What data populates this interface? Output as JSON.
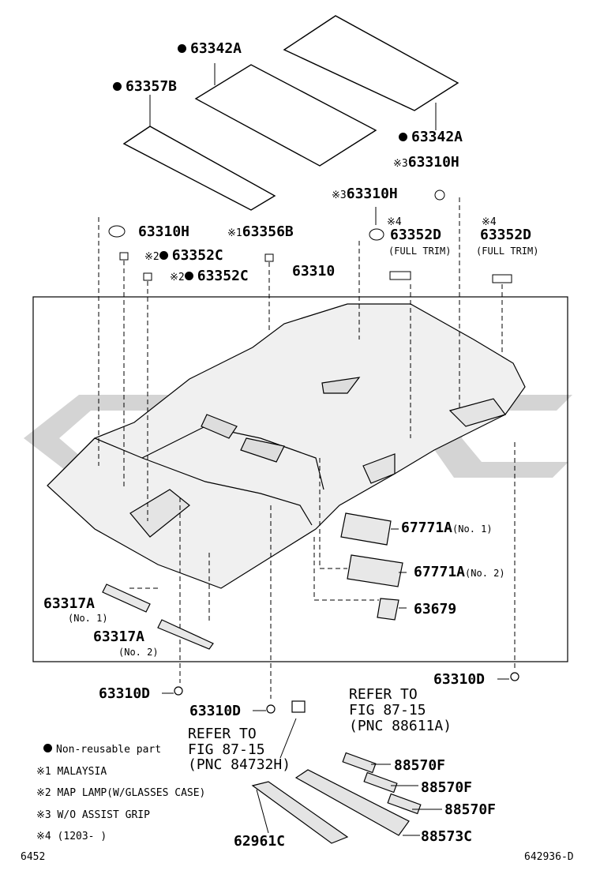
{
  "labels": {
    "p_63342A_top": "63342A",
    "p_63357B": "63357B",
    "p_63342A_right": "63342A",
    "p_63310H_right": "63310H",
    "p_63310H_mid": "63310H",
    "p_63310H_left": "63310H",
    "p_63356B": "63356B",
    "p_63352D_a": "63352D",
    "p_63352D_b": "63352D",
    "full_trim_a": "(FULL TRIM)",
    "full_trim_b": "(FULL TRIM)",
    "p_63352C_a": "63352C",
    "p_63352C_b": "63352C",
    "p_63310": "63310",
    "p_67771A_1": "67771A",
    "no1_a": "(No. 1)",
    "p_67771A_2": "67771A",
    "no2_a": "(No. 2)",
    "p_63679": "63679",
    "p_63317A_1": "63317A",
    "no1_b": "(No. 1)",
    "p_63317A_2": "63317A",
    "no2_b": "(No. 2)",
    "p_63310D_left": "63310D",
    "p_63310D_mid": "63310D",
    "p_63310D_right": "63310D",
    "refer_88611_1": "REFER TO",
    "refer_88611_2": "FIG 87-15",
    "refer_88611_3": "(PNC 88611A)",
    "refer_84732_1": "REFER TO",
    "refer_84732_2": "FIG 87-15",
    "refer_84732_3": "(PNC 84732H)",
    "p_88570F_1": "88570F",
    "p_88570F_2": "88570F",
    "p_88570F_3": "88570F",
    "p_62961C": "62961C",
    "p_88573C": "88573C"
  },
  "prefixes": {
    "note1": "※1",
    "note2": "※2",
    "note3": "※3",
    "note4": "※4"
  },
  "legend": {
    "non_reusable": "Non-reusable part",
    "n1": "※1  MALAYSIA",
    "n2": "※2  MAP LAMP(W/GLASSES CASE)",
    "n3": "※3  W/O ASSIST GRIP",
    "n4": "※4  (1203-     )"
  },
  "footer": {
    "left": "6452",
    "right": "642936-D"
  },
  "colors": {
    "line": "#000000",
    "watermark": "#d2d2d2",
    "headliner": "#f0f0f0"
  }
}
